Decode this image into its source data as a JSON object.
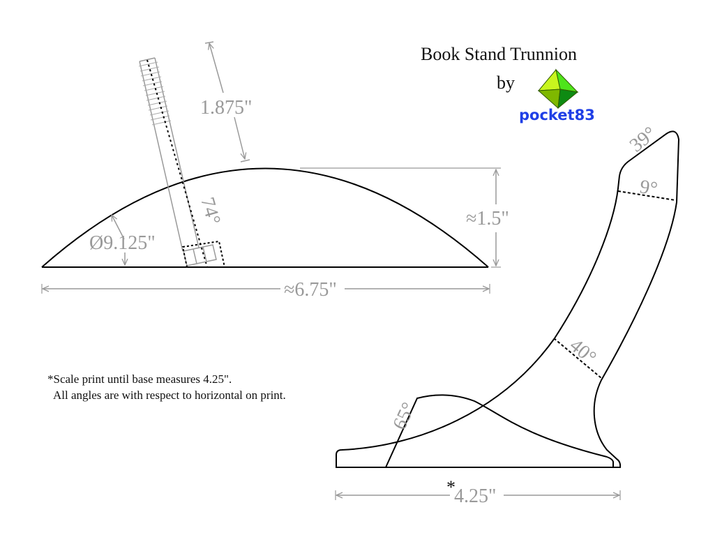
{
  "title": {
    "main": "Book Stand Trunnion",
    "by": "by",
    "author_logo_text": "pocket83",
    "logo_colors": {
      "light": "#c8f51e",
      "mid": "#4ee41a",
      "dark": "#0e8a12",
      "text": "#1f3fe6"
    }
  },
  "side_view": {
    "diameter_label": "Ø9.125\"",
    "height_label": "≈1.5\"",
    "width_label": "≈6.75\"",
    "bolt_length_label": "1.875\"",
    "bolt_angle_label": "74°"
  },
  "profile_view": {
    "tip_angle_label": "39°",
    "top_cut_angle_label": "9°",
    "mid_cut_angle_label": "40°",
    "front_angle_label": "65°",
    "base_asterisk": "*",
    "base_label": "4.25\""
  },
  "notes": {
    "line1": "*Scale print until base measures 4.25\".",
    "line2": "All angles are with respect to horizontal on print."
  },
  "colors": {
    "ink": "#000000",
    "dimension": "#999999",
    "background": "#ffffff"
  }
}
